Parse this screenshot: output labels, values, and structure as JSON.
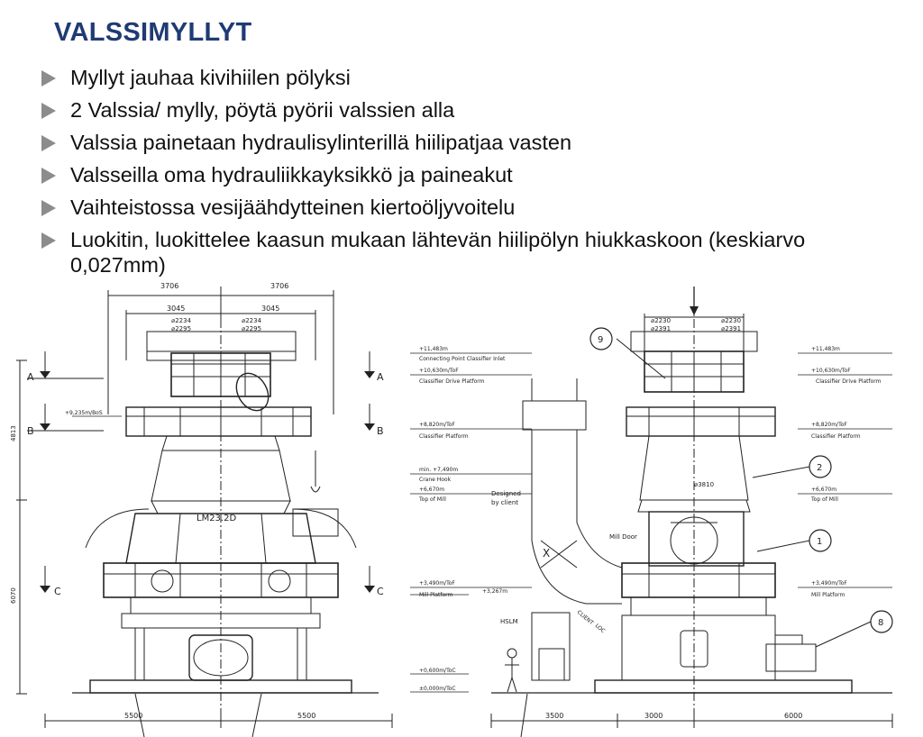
{
  "title": "VALSSIMYLLYT",
  "bullets": [
    {
      "icon": "triangle-right-icon",
      "text": "Myllyt jauhaa kivihiilen pölyksi"
    },
    {
      "icon": "triangle-right-icon",
      "text": "2 Valssia/ mylly, pöytä pyörii valssien alla"
    },
    {
      "icon": "triangle-right-icon",
      "text": "Valssia painetaan hydraulisylinterillä hiilipatjaa vasten"
    },
    {
      "icon": "triangle-right-icon",
      "text": "Valsseilla oma hydrauliikkayksikkö ja paineakut"
    },
    {
      "icon": "triangle-right-icon",
      "text": "Vaihteistossa vesijäähdytteinen kiertoöljyvoitelu"
    },
    {
      "icon": "triangle-right-icon",
      "text": "Luokitin, luokittelee kaasun mukaan lähtevän hiilipölyn hiukkaskoon (keskiarvo",
      "cont": "0,027mm)"
    }
  ],
  "drawing_left": {
    "dim_top_left": "3706",
    "dim_top_right": "3706",
    "dim_inner_left": "3045",
    "dim_inner_right": "3045",
    "dim_a_left": "⌀2234",
    "dim_b_left": "⌀2295",
    "dim_a_right": "⌀2234",
    "dim_b_right": "⌀2295",
    "mill_model": "LM23.2D",
    "section_a": "A",
    "section_b": "B",
    "section_c": "C",
    "height_upper": "4813",
    "height_lower": "6070",
    "level_bos": "+9,235m/BoS",
    "dim_bottom_left": "5500",
    "dim_bottom_right": "5500"
  },
  "levels": [
    {
      "value": "+11,483m",
      "label": "Connecting Point Classifier Inlet"
    },
    {
      "value": "+10,630m/ToF",
      "label": "Classifier Drive Platform"
    },
    {
      "value": "+8,820m/ToF",
      "label": "Classifier Platform"
    },
    {
      "value": "min. +7,490m",
      "label": "Crane Hook"
    },
    {
      "value": "+6,670m",
      "label": "Top of Mill"
    },
    {
      "value": "+3,490m/ToF",
      "label": "Mill Platform"
    },
    {
      "value": "+3,267m",
      "label": ""
    },
    {
      "value": "+0,600m/ToC",
      "label": ""
    },
    {
      "value": "±0,000m/ToC",
      "label": ""
    }
  ],
  "levels_right": [
    {
      "value": "+11,483m",
      "label": ""
    },
    {
      "value": "+10,630m/ToF",
      "label": "Classifier Drive Platform"
    },
    {
      "value": "+8,820m/ToF",
      "label": "Classifier Platform"
    },
    {
      "value": "+6,670m",
      "label": "Top of Mill"
    },
    {
      "value": "+3,490m/ToF",
      "label": "Mill Platform"
    }
  ],
  "drawing_right": {
    "dim_a": "⌀2230",
    "dim_b": "⌀2391",
    "dim_c": "⌀2230",
    "dim_d": "⌀2391",
    "mill_diameter": "⌀3810",
    "designed_by_1": "Designed",
    "designed_by_2": "by client",
    "mill_door": "Mill Door",
    "hslm": "HSLM",
    "section_x": "X",
    "duct_label_1": "CLIENT",
    "duct_label_2": "LOC",
    "callout_1": "1",
    "callout_2": "2",
    "callout_8": "8",
    "callout_9": "9",
    "dim_bottom_1": "3500",
    "dim_bottom_2": "3000",
    "dim_bottom_3": "6000"
  }
}
